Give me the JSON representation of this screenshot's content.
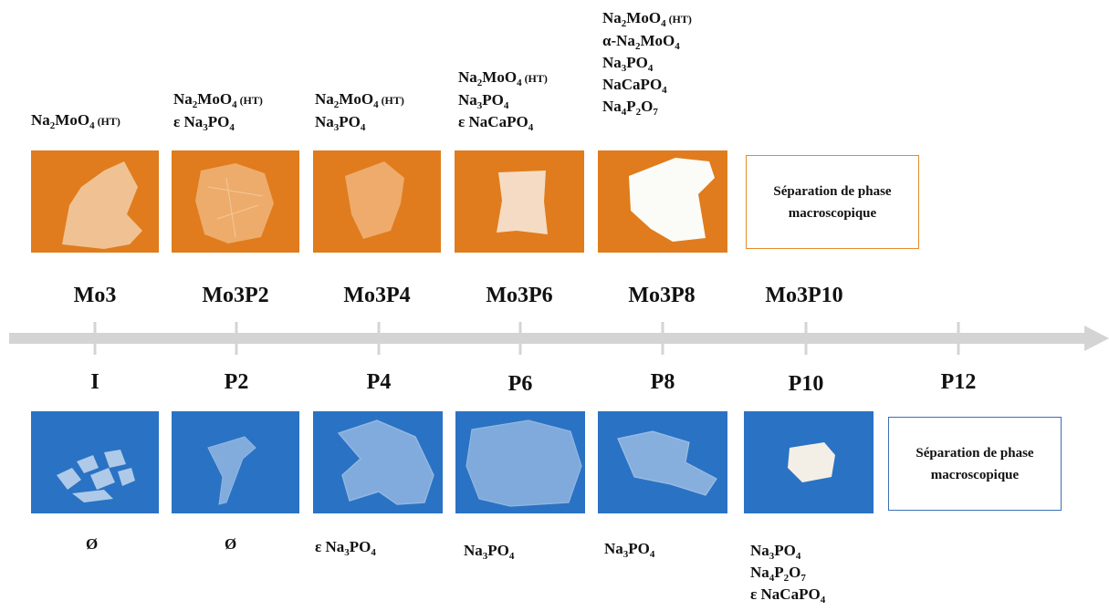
{
  "top_samples": [
    {
      "name": "Mo3",
      "phases": [
        [
          {
            "t": "Na"
          },
          {
            "s": "2"
          },
          {
            "t": "MoO"
          },
          {
            "s": "4"
          },
          {
            "h": " (HT)"
          }
        ]
      ]
    },
    {
      "name": "Mo3P2",
      "phases": [
        [
          {
            "t": "Na"
          },
          {
            "s": "2"
          },
          {
            "t": "MoO"
          },
          {
            "s": "4"
          },
          {
            "h": " (HT)"
          }
        ],
        [
          {
            "t": "ε Na"
          },
          {
            "s": "3"
          },
          {
            "t": "PO"
          },
          {
            "s": "4"
          }
        ]
      ]
    },
    {
      "name": "Mo3P4",
      "phases": [
        [
          {
            "t": "Na"
          },
          {
            "s": "2"
          },
          {
            "t": "MoO"
          },
          {
            "s": "4"
          },
          {
            "h": " (HT)"
          }
        ],
        [
          {
            "t": "Na"
          },
          {
            "s": "3"
          },
          {
            "t": "PO"
          },
          {
            "s": "4"
          }
        ]
      ]
    },
    {
      "name": "Mo3P6",
      "phases": [
        [
          {
            "t": "Na"
          },
          {
            "s": "2"
          },
          {
            "t": "MoO"
          },
          {
            "s": "4"
          },
          {
            "h": " (HT)"
          }
        ],
        [
          {
            "t": "Na"
          },
          {
            "s": "3"
          },
          {
            "t": "PO"
          },
          {
            "s": "4"
          }
        ],
        [
          {
            "t": "ε NaCaPO"
          },
          {
            "s": "4"
          }
        ]
      ]
    },
    {
      "name": "Mo3P8",
      "phases": [
        [
          {
            "t": "Na"
          },
          {
            "s": "2"
          },
          {
            "t": "MoO"
          },
          {
            "s": "4"
          },
          {
            "h": " (HT)"
          }
        ],
        [
          {
            "t": "α-Na"
          },
          {
            "s": "2"
          },
          {
            "t": "MoO"
          },
          {
            "s": "4"
          }
        ],
        [
          {
            "t": "Na"
          },
          {
            "s": "3"
          },
          {
            "t": "PO"
          },
          {
            "s": "4"
          }
        ],
        [
          {
            "t": "NaCaPO"
          },
          {
            "s": "4"
          }
        ],
        [
          {
            "t": "Na"
          },
          {
            "s": "4"
          },
          {
            "t": "P"
          },
          {
            "s": "2"
          },
          {
            "t": "O"
          },
          {
            "s": "7"
          }
        ]
      ]
    },
    {
      "name": "Mo3P10",
      "phases": []
    }
  ],
  "top_note": "Séparation de phase macroscopique",
  "axis_ticks": [
    "I",
    "P2",
    "P4",
    "P6",
    "P8",
    "P10",
    "P12"
  ],
  "bottom_samples": [
    {
      "phases": [
        [
          {
            "t": "Ø"
          }
        ]
      ]
    },
    {
      "phases": [
        [
          {
            "t": "Ø"
          }
        ]
      ]
    },
    {
      "phases": [
        [
          {
            "t": "ε Na"
          },
          {
            "s": "3"
          },
          {
            "t": "PO"
          },
          {
            "s": "4"
          }
        ]
      ]
    },
    {
      "phases": [
        [
          {
            "t": "Na"
          },
          {
            "s": "3"
          },
          {
            "t": "PO"
          },
          {
            "s": "4"
          }
        ]
      ]
    },
    {
      "phases": [
        [
          {
            "t": "Na"
          },
          {
            "s": "3"
          },
          {
            "t": "PO"
          },
          {
            "s": "4"
          }
        ]
      ]
    },
    {
      "phases": [
        [
          {
            "t": "Na"
          },
          {
            "s": "3"
          },
          {
            "t": "PO"
          },
          {
            "s": "4"
          }
        ],
        [
          {
            "t": "Na"
          },
          {
            "s": "4"
          },
          {
            "t": "P"
          },
          {
            "s": "2"
          },
          {
            "t": "O"
          },
          {
            "s": "7"
          }
        ],
        [
          {
            "t": "ε NaCaPO"
          },
          {
            "s": "4"
          }
        ]
      ]
    }
  ],
  "bottom_note": "Séparation de phase macroscopique",
  "colors": {
    "orange_background": "#e07c1d",
    "blue_background": "#2a72c4",
    "axis": "#d4d4d4"
  }
}
